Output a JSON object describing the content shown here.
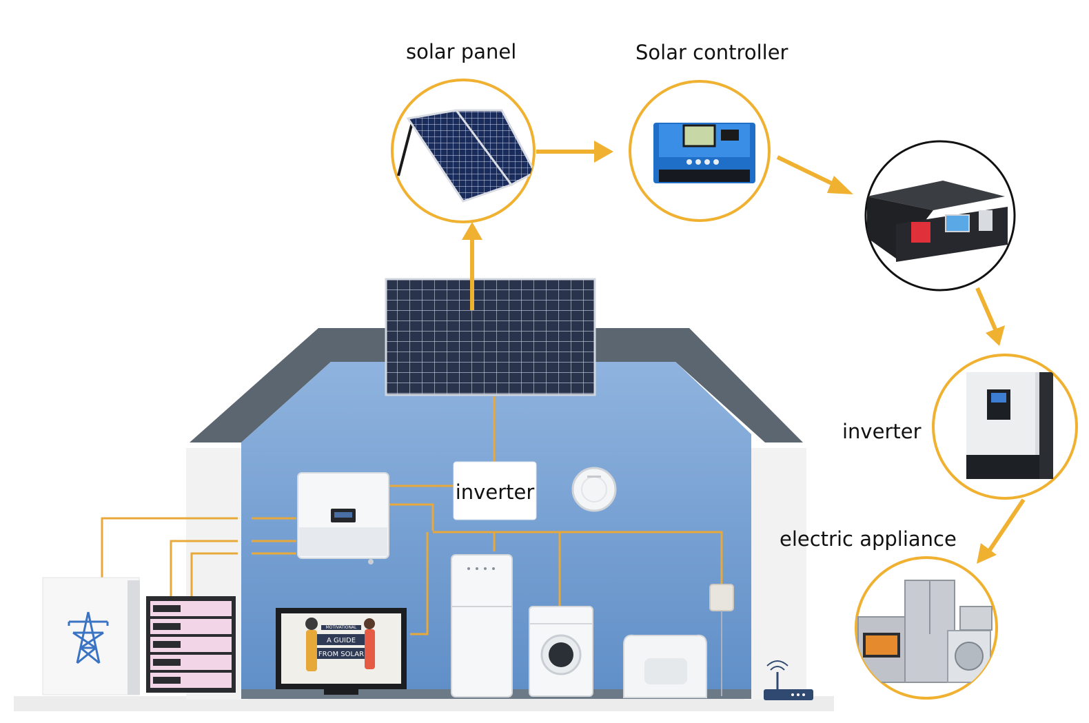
{
  "labels": {
    "solar_panel": "solar panel",
    "solar_controller": "Solar controller",
    "inverter_right": "inverter",
    "inverter_house": "inverter",
    "electric_appliance": "electric appliance"
  },
  "tv_screen": {
    "line1": "MOTIVATIONAL",
    "line2": "A GUIDE",
    "line3": "FROM SOLAR"
  },
  "colors": {
    "accent_orange": "#f0b131",
    "house_blue": "#6f9bd0",
    "roof_gray": "#5c6670",
    "battery_ring": "#111111"
  },
  "icons": [
    "solar-panel-icon",
    "charge-controller-icon",
    "battery-rack-icon",
    "wall-inverter-icon",
    "appliances-icon",
    "transmission-tower-icon",
    "wifi-router-icon",
    "washing-machine-icon",
    "refrigerator-icon",
    "sofa-icon",
    "television-icon",
    "smoke-detector-icon"
  ]
}
